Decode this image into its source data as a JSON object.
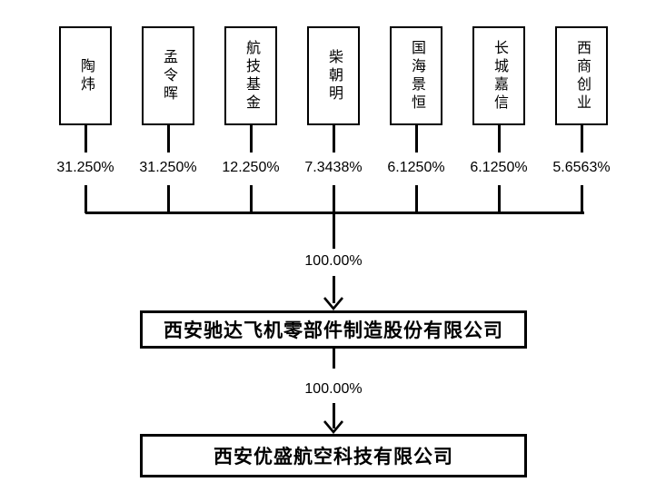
{
  "diagram": {
    "title": "equity-ownership-structure",
    "shareholders": [
      {
        "name": "陶炜",
        "percent": "31.250%"
      },
      {
        "name": "孟令晖",
        "percent": "31.250%"
      },
      {
        "name": "航技基金",
        "percent": "12.250%"
      },
      {
        "name": "柴朝明",
        "percent": "7.3438%"
      },
      {
        "name": "国海景恒",
        "percent": "6.1250%"
      },
      {
        "name": "长城嘉信",
        "percent": "6.1250%"
      },
      {
        "name": "西商创业",
        "percent": "5.6563%"
      }
    ],
    "level1": {
      "ownership": "100.00%",
      "company": "西安驰达飞机零部件制造股份有限公司"
    },
    "level2": {
      "ownership": "100.00%",
      "company": "西安优盛航空科技有限公司"
    },
    "colors": {
      "line": "#000000",
      "background": "#ffffff",
      "text": "#000000"
    }
  }
}
